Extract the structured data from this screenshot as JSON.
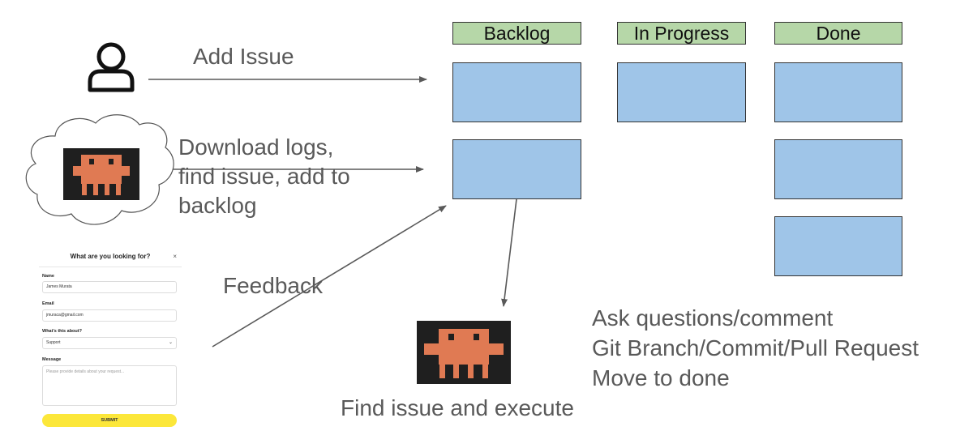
{
  "board": {
    "columns": [
      {
        "title": "Backlog",
        "card_count": 2
      },
      {
        "title": "In Progress",
        "card_count": 1
      },
      {
        "title": "Done",
        "card_count": 3
      }
    ]
  },
  "flows": {
    "add_issue": "Add Issue",
    "download_logs": [
      "Download logs,",
      "find issue, add to",
      "backlog"
    ],
    "feedback": "Feedback",
    "find_issue": "Find issue and execute",
    "agent_steps": [
      "Ask questions/comment",
      "Git Branch/Commit/Pull Request",
      "Move to done"
    ]
  },
  "form": {
    "title": "What are you looking for?",
    "close": "×",
    "name_label": "Name",
    "name_value": "James Murata",
    "email_label": "Email",
    "email_value": "jmuraca@gmail.com",
    "about_label": "What's this about?",
    "about_value": "Support",
    "message_label": "Message",
    "message_placeholder": "Please provide details about your request...",
    "submit_label": "SUBMIT"
  },
  "icons": [
    "user-icon",
    "cloud-icon",
    "robot-icon"
  ],
  "colors": {
    "header_green": "#b6d7a8",
    "card_blue": "#9fc5e8",
    "robot_orange": "#e07a53",
    "submit_yellow": "#fce73a",
    "text_gray": "#595959"
  }
}
